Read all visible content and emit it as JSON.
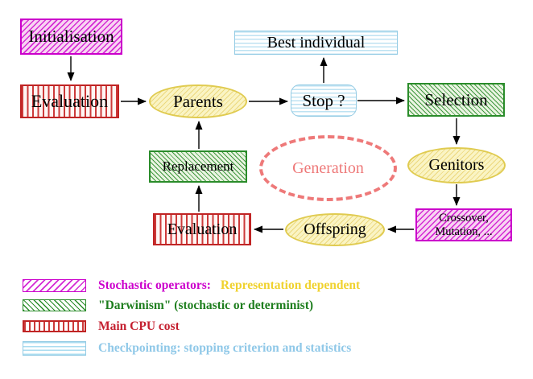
{
  "diagram": {
    "nodes": {
      "initialisation": {
        "label": "Initialisation"
      },
      "evaluation_top": {
        "label": "Evaluation"
      },
      "parents": {
        "label": "Parents"
      },
      "best_individual": {
        "label": "Best individual"
      },
      "stop": {
        "label": "Stop ?"
      },
      "selection": {
        "label": "Selection"
      },
      "genitors": {
        "label": "Genitors"
      },
      "generation": {
        "label": "Generation"
      },
      "replacement": {
        "label": "Replacement"
      },
      "evaluation_bottom": {
        "label": "Evaluation"
      },
      "offspring": {
        "label": "Offspring"
      },
      "crossover": {
        "line1": "Crossover,",
        "line2": "Mutation, ..."
      }
    },
    "colors": {
      "magenta": "#cc00cc",
      "magenta_fill": "#f8d4f2",
      "green": "#2a8c2a",
      "green_fill": "#e9f4e1",
      "red": "#c02424",
      "yellow_border": "#e0cb50",
      "yellow_fill": "#faf4c4",
      "cyan_border": "#94cbe4",
      "salmon": "#ee7979",
      "arrow": "#000000"
    }
  },
  "legend": {
    "items": [
      {
        "swatch": "magenta-diagonal-hatch",
        "label": "Stochastic operators:",
        "label2": "Representation dependent",
        "color": "#cc00cc",
        "color2": "#f0d22e"
      },
      {
        "swatch": "green-diagonal-hatch",
        "label": "\"Darwinism\" (stochastic or determinist)",
        "color": "#1e7e1e"
      },
      {
        "swatch": "red-vertical-stripes",
        "label": "Main CPU cost",
        "color": "#c41f2f"
      },
      {
        "swatch": "cyan-horizontal-stripes",
        "label": "Checkpointing: stopping criterion and statistics",
        "color": "#8fc8e8"
      }
    ]
  }
}
